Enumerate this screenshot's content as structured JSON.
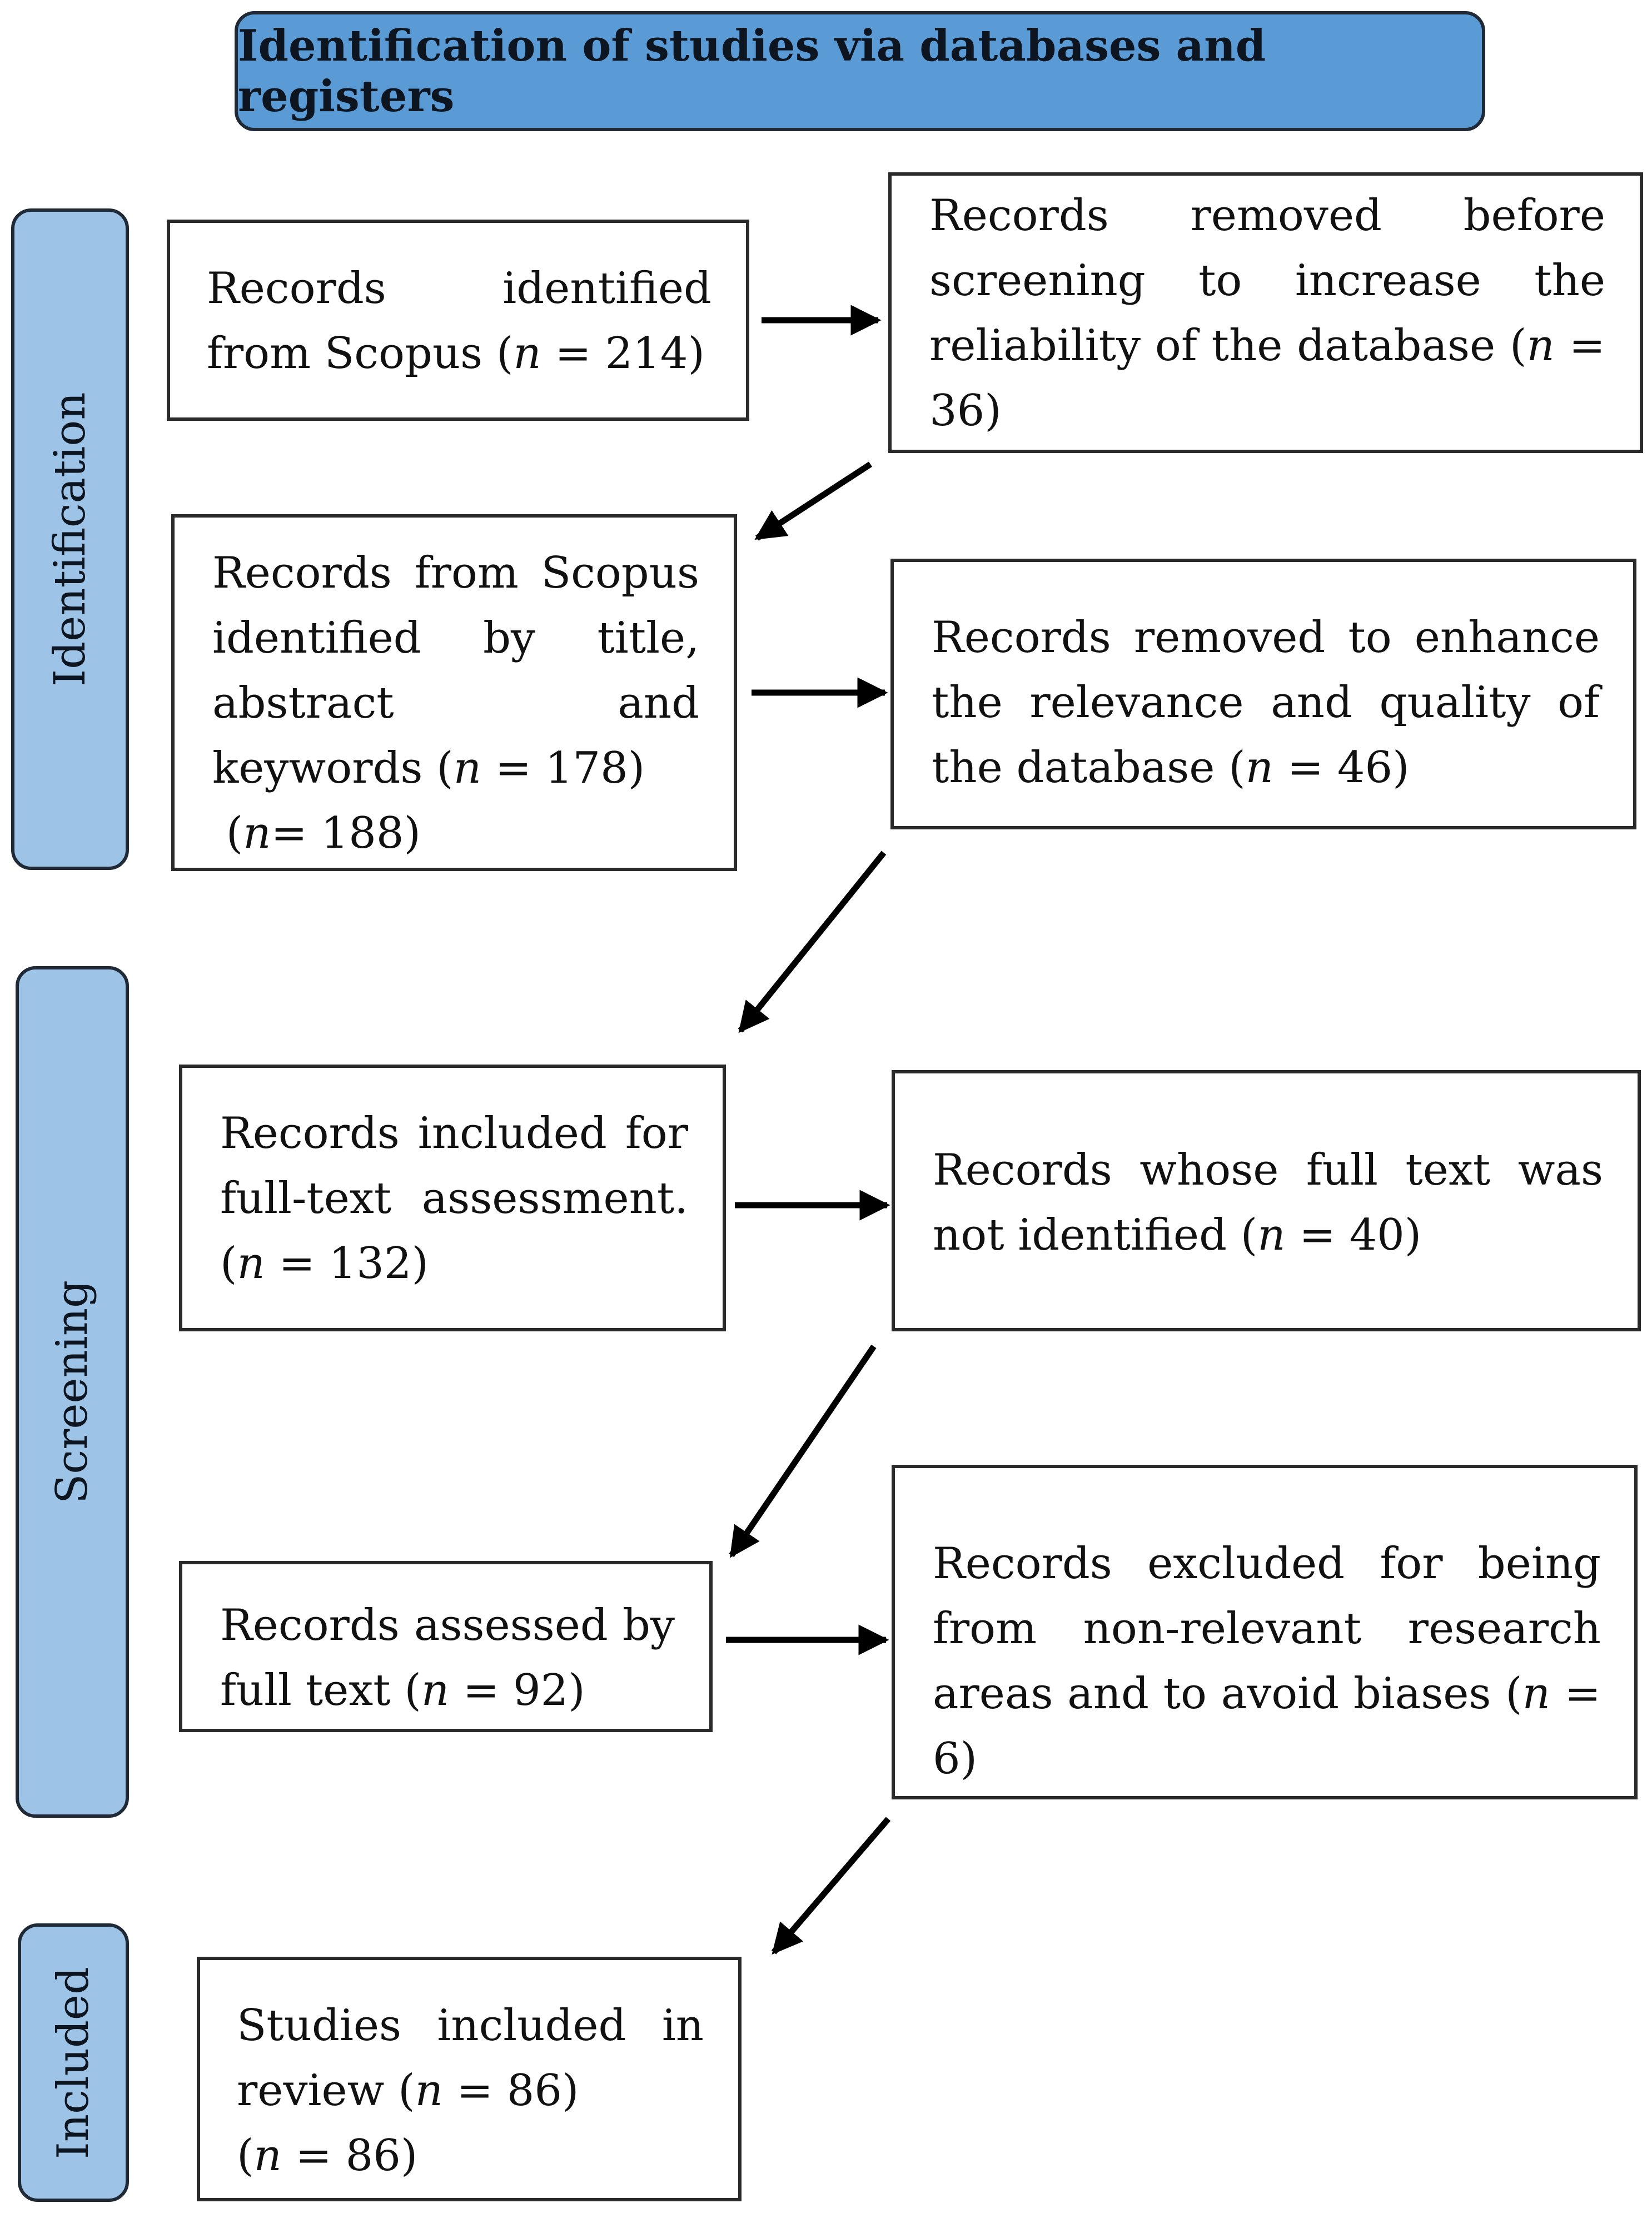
{
  "header": {
    "title": "Identification of studies via databases and registers"
  },
  "stages": [
    {
      "label": "Identification"
    },
    {
      "label": "Screening"
    },
    {
      "label": "Included"
    }
  ],
  "boxes": {
    "scopus_identified": {
      "text": "Records identified from Scopus (",
      "n_label": "n",
      "n_value": " = 214)"
    },
    "removed_before_screening": {
      "text": "Records removed before screening to increase the reliability of the database (",
      "n_label": "n",
      "n_value": " = 36)"
    },
    "title_abstract_keywords": {
      "text": "Records from Scopus identified by title, abstract and keywords (",
      "n_label": "n",
      "n_value": " = 178)",
      "extra_open": " (",
      "extra_n": "n",
      "extra_value": "= 188)"
    },
    "removed_relevance": {
      "text": "Records removed to enhance the relevance and quality of the database (",
      "n_label": "n",
      "n_value": " = 46)"
    },
    "full_text_assessment": {
      "text": "Records included for full-text assessment. (",
      "n_label": "n",
      "n_value": " = 132)"
    },
    "full_text_not_identified": {
      "text": "Records whose full text was not identified (",
      "n_label": "n",
      "n_value": " = 40)"
    },
    "assessed_full_text": {
      "text": "Records assessed by full text (",
      "n_label": "n",
      "n_value": " = 92)"
    },
    "excluded_non_relevant": {
      "text": "Records excluded for being from non-relevant research areas and to avoid biases (",
      "n_label": "n",
      "n_value": " = 6)"
    },
    "included_review": {
      "text": "Studies included in review (",
      "n_label": "n",
      "n_value": " = 86)",
      "extra_open": "(",
      "extra_n": "n",
      "extra_value": " = 86)"
    }
  },
  "colors": {
    "header_fill": "#5b9bd5",
    "stage_fill": "#9dc3e6",
    "border": "#1f2a36",
    "arrow": "#000000"
  }
}
